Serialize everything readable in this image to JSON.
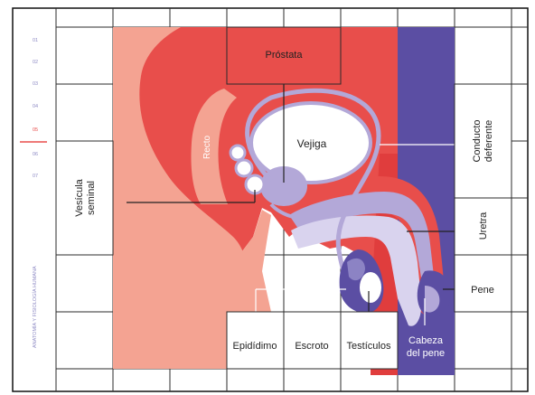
{
  "sidebar": {
    "page_numbers": [
      "01",
      "02",
      "03",
      "04",
      "05",
      "06",
      "07"
    ],
    "active_index": 4,
    "vertical_caption": "ANATOMÍA Y FISIOLOGÍA HUMANA"
  },
  "labels": {
    "prostata": "Próstata",
    "vejiga": "Vejiga",
    "recto": "Recto",
    "vesicula_line1": "Vesícula",
    "vesicula_line2": "seminal",
    "conducto_line1": "Conducto",
    "conducto_line2": "deferente",
    "uretra": "Uretra",
    "pene": "Pene",
    "epididimo": "Epidídimo",
    "escroto": "Escroto",
    "testiculos": "Testículos",
    "cabeza_line1": "Cabeza",
    "cabeza_line2": "del pene"
  },
  "colors": {
    "red": "#e84e4b",
    "deep_red": "#e03d3d",
    "salmon": "#f4a392",
    "purple": "#5b4ea3",
    "lavender": "#b3a8d8",
    "light_lavender": "#d9d3ee",
    "grid": "#2b2b2b",
    "sidebar_text": "#8d8ac4",
    "sidebar_accent": "#e84e4b"
  }
}
